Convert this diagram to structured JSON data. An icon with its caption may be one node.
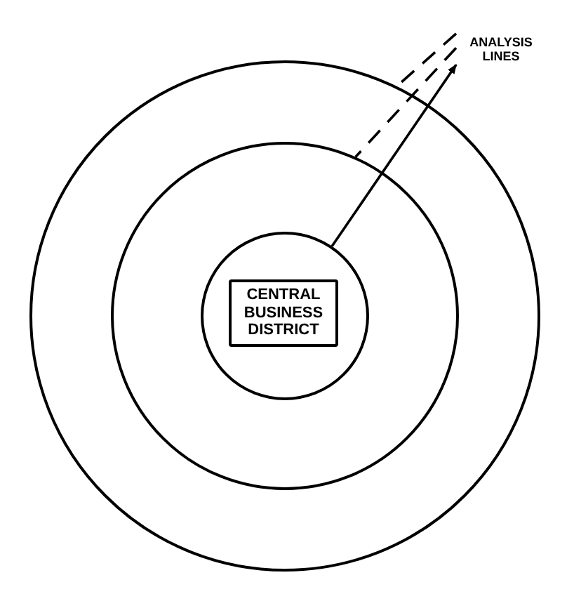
{
  "diagram": {
    "nodes": [
      {
        "text": [],
        "shape": "circle"
      },
      {
        "text": [],
        "shape": "circle",
        "in": 0
      },
      {
        "text": [],
        "shape": "circle",
        "in": 1
      },
      {
        "text": [
          "CENTRAL BUSINESS DISTRICT"
        ],
        "in": 2
      },
      {
        "text": [
          "ANALYSIS LINES"
        ]
      }
    ],
    "edges": [
      {
        "from": 2,
        "to": 4,
        "arrow": "to"
      },
      {
        "from": 4,
        "to": 1,
        "arrow": "none",
        "style": "dashed"
      },
      {
        "from": 4,
        "to": 0,
        "arrow": "none",
        "style": "dashed"
      }
    ]
  }
}
